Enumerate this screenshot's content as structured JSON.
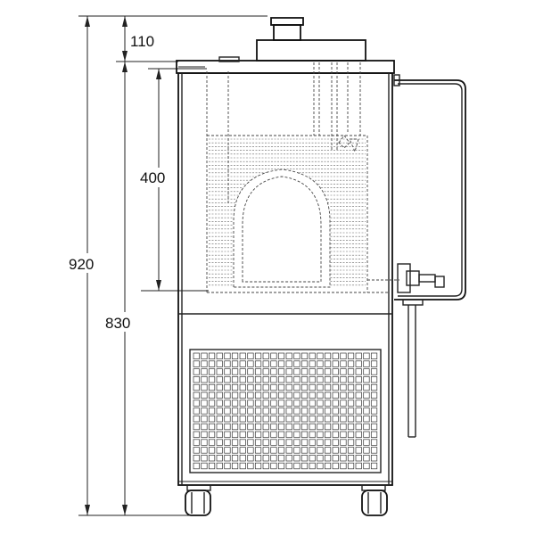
{
  "dimensions": {
    "total_height": "920",
    "top_section": "110",
    "body_height": "830",
    "inner_height": "400"
  },
  "colors": {
    "line": "#222222",
    "background": "#ffffff"
  }
}
